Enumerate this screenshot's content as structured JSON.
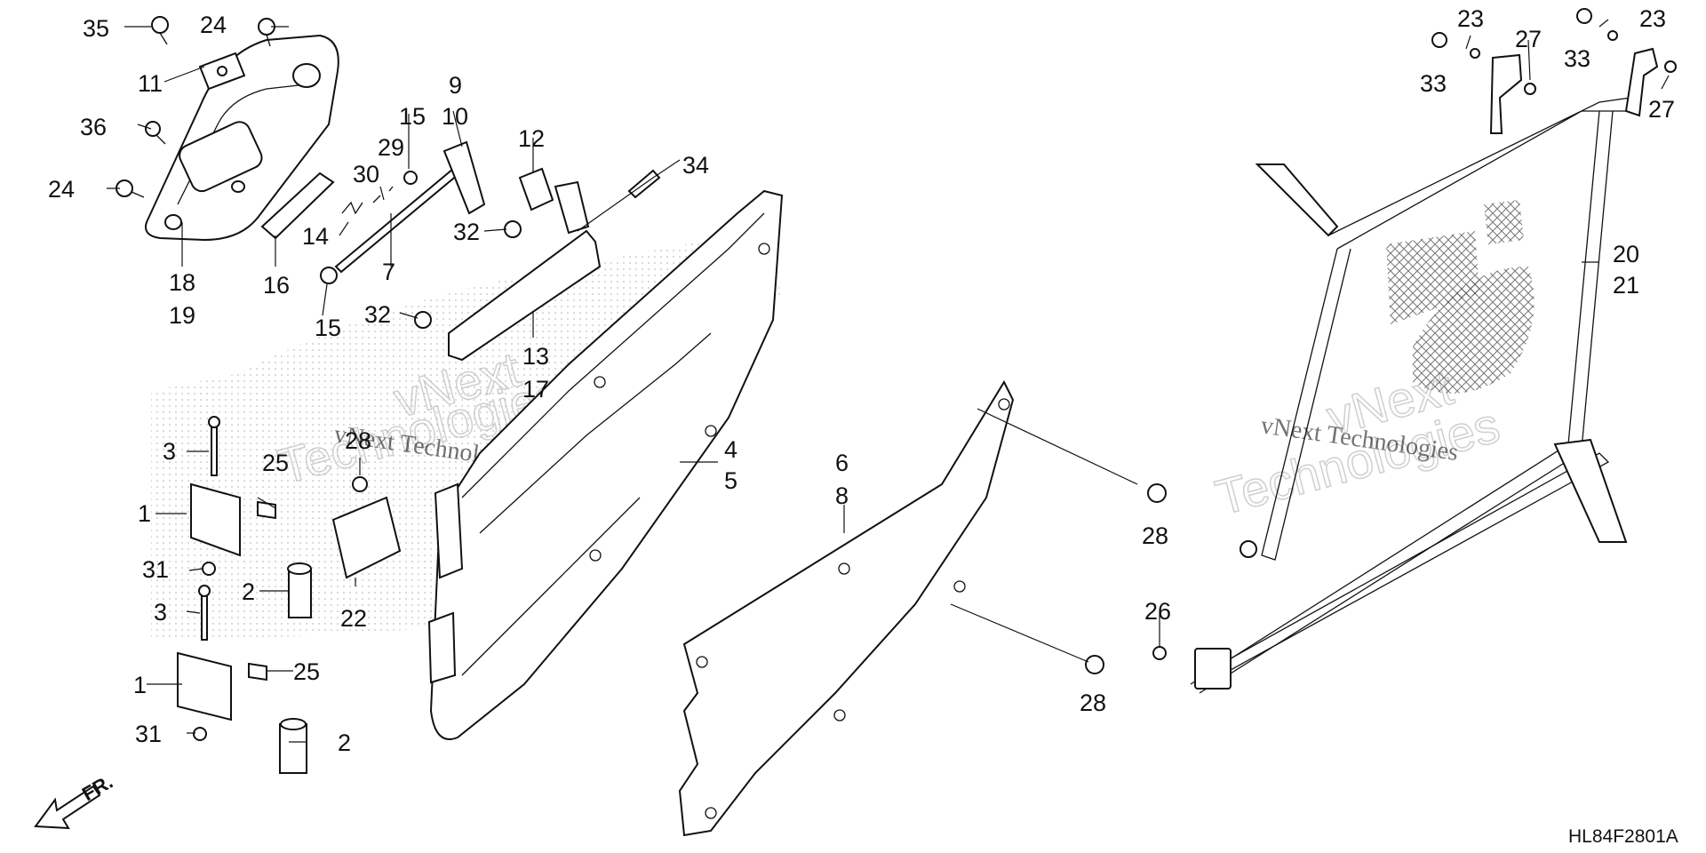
{
  "callouts": [
    {
      "id": "c35",
      "text": "35"
    },
    {
      "id": "c24a",
      "text": "24"
    },
    {
      "id": "c11",
      "text": "11"
    },
    {
      "id": "c36",
      "text": "36"
    },
    {
      "id": "c24b",
      "text": "24"
    },
    {
      "id": "c18",
      "text": "18"
    },
    {
      "id": "c19",
      "text": "19"
    },
    {
      "id": "c16",
      "text": "16"
    },
    {
      "id": "c14",
      "text": "14"
    },
    {
      "id": "c30",
      "text": "30"
    },
    {
      "id": "c29",
      "text": "29"
    },
    {
      "id": "c15a",
      "text": "15"
    },
    {
      "id": "c7",
      "text": "7"
    },
    {
      "id": "c15b",
      "text": "15"
    },
    {
      "id": "c9",
      "text": "9"
    },
    {
      "id": "c10",
      "text": "10"
    },
    {
      "id": "c12",
      "text": "12"
    },
    {
      "id": "c34",
      "text": "34"
    },
    {
      "id": "c32a",
      "text": "32"
    },
    {
      "id": "c32b",
      "text": "32"
    },
    {
      "id": "c13",
      "text": "13"
    },
    {
      "id": "c17",
      "text": "17"
    },
    {
      "id": "c3a",
      "text": "3"
    },
    {
      "id": "c28a",
      "text": "28"
    },
    {
      "id": "c25a",
      "text": "25"
    },
    {
      "id": "c1a",
      "text": "1"
    },
    {
      "id": "c31a",
      "text": "31"
    },
    {
      "id": "c2a",
      "text": "2"
    },
    {
      "id": "c22",
      "text": "22"
    },
    {
      "id": "c3b",
      "text": "3"
    },
    {
      "id": "c25b",
      "text": "25"
    },
    {
      "id": "c1b",
      "text": "1"
    },
    {
      "id": "c31b",
      "text": "31"
    },
    {
      "id": "c2b",
      "text": "2"
    },
    {
      "id": "c4",
      "text": "4"
    },
    {
      "id": "c5",
      "text": "5"
    },
    {
      "id": "c6",
      "text": "6"
    },
    {
      "id": "c8",
      "text": "8"
    },
    {
      "id": "c28b",
      "text": "28"
    },
    {
      "id": "c28c",
      "text": "28"
    },
    {
      "id": "c26",
      "text": "26"
    },
    {
      "id": "c23a",
      "text": "23"
    },
    {
      "id": "c33a",
      "text": "33"
    },
    {
      "id": "c27a",
      "text": "27"
    },
    {
      "id": "c33b",
      "text": "33"
    },
    {
      "id": "c23b",
      "text": "23"
    },
    {
      "id": "c27b",
      "text": "27"
    },
    {
      "id": "c20",
      "text": "20"
    },
    {
      "id": "c21",
      "text": "21"
    }
  ],
  "watermark": {
    "line1": "vNext Technologies",
    "line2": "Technologies",
    "line3": "vNext"
  },
  "front_label": "FR.",
  "diagram_code": "HL84F2801A"
}
